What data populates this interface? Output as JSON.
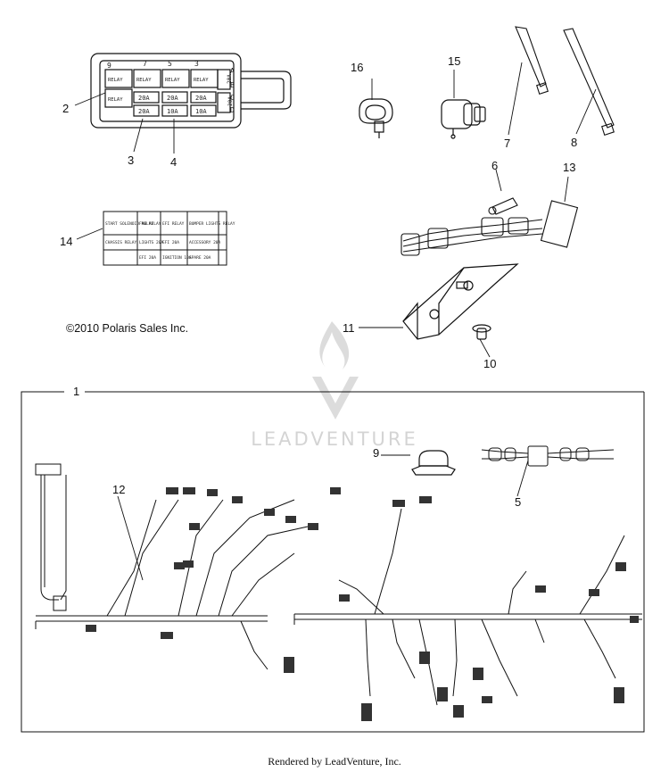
{
  "callouts": [
    "1",
    "2",
    "3",
    "4",
    "5",
    "6",
    "7",
    "8",
    "9",
    "10",
    "11",
    "12",
    "13",
    "14",
    "15",
    "16"
  ],
  "fuse_box": {
    "columns": [
      "9",
      "7",
      "5",
      "3"
    ],
    "rows": [
      "A",
      "B",
      "C",
      "D"
    ],
    "relay_label": "RELAY",
    "fuses": [
      "20A",
      "20A",
      "20A",
      "20A",
      "20A",
      "10A",
      "10A",
      "20A"
    ]
  },
  "decal": {
    "cells": [
      [
        "START SOLENOID RELAY",
        "FAN RELAY",
        "EFI RELAY",
        "BUMPER LIGHTS RELAY"
      ],
      [
        "CHASSIS RELAY",
        "LIGHTS 20A",
        "EFI 20A",
        "ACCESSORY 20A"
      ],
      [
        "",
        "EFI 20A",
        "IGNITION 10A",
        "SPARE 20A"
      ]
    ]
  },
  "copyright": "©2010 Polaris Sales Inc.",
  "watermark": "LEADVENTURE",
  "footer": "Rendered by LeadVenture, Inc.",
  "colors": {
    "line": "#111111",
    "watermark": "#d4d4d4"
  }
}
